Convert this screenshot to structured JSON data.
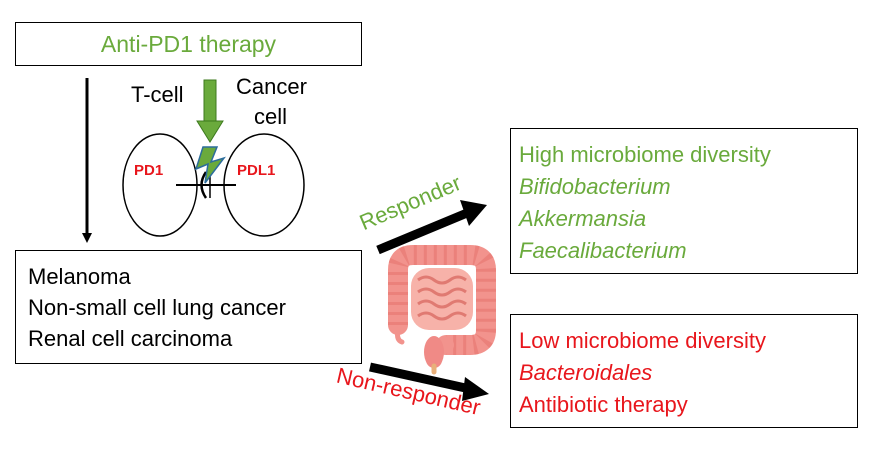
{
  "therapy": {
    "label": "Anti-PD1 therapy"
  },
  "cell_labels": {
    "t_cell": "T-cell",
    "cancer_line1": "Cancer",
    "cancer_line2": "cell",
    "pd1": "PD1",
    "pdl1": "PDL1"
  },
  "cancers": [
    "Melanoma",
    "Non-small cell lung cancer",
    "Renal cell carcinoma"
  ],
  "responder": {
    "label": "Responder",
    "items": [
      {
        "text": "High microbiome diversity",
        "italic": false
      },
      {
        "text": "Bifidobacterium",
        "italic": true
      },
      {
        "text": "Akkermansia",
        "italic": true
      },
      {
        "text": "Faecalibacterium",
        "italic": true
      }
    ]
  },
  "non_responder": {
    "label": "Non-responder",
    "items": [
      {
        "text": "Low microbiome diversity",
        "italic": false
      },
      {
        "text": "Bacteroidales",
        "italic": true
      },
      {
        "text": "Antibiotic therapy",
        "italic": false
      }
    ]
  },
  "colors": {
    "green": "#6aaa3c",
    "red": "#e8161c",
    "intestine": "#f08a86"
  }
}
